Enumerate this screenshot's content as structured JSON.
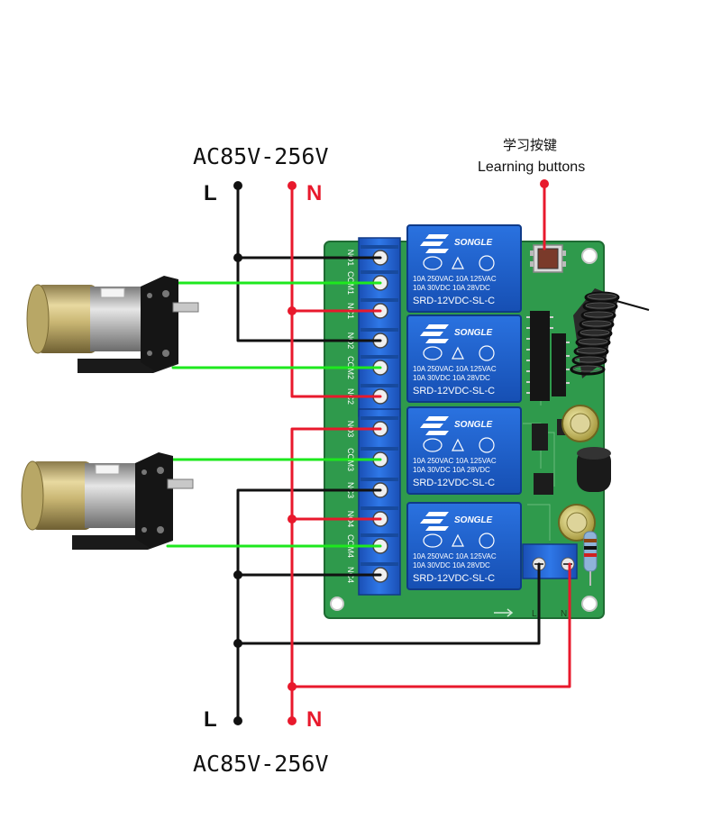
{
  "labels": {
    "voltage_top": "AC85V-256V",
    "voltage_bottom": "AC85V-256V",
    "line_top": "L",
    "neutral_top": "N",
    "line_bottom": "L",
    "neutral_bottom": "N",
    "learning_cn": "学习按键",
    "learning_en": "Learning buttons"
  },
  "relay": {
    "brand": "SONGLE",
    "rating_line1": "10A 250VAC  10A 125VAC",
    "rating_line2": "10A  30VDC  10A  28VDC",
    "model": "SRD-12VDC-SL-C"
  },
  "terminals": [
    "NO1",
    "COM1",
    "NC1",
    "NO2",
    "COM2",
    "NC2",
    "NO3",
    "COM3",
    "NC3",
    "NO4",
    "COM4",
    "NC4"
  ],
  "power_terminals": [
    "L",
    "N"
  ],
  "colors": {
    "line_wire": "#111111",
    "neutral_wire": "#e8192c",
    "motor_wire": "#1ee81e",
    "pcb": "#2f9a4c",
    "terminal_block": "#1e5fd0",
    "relay": "#1a5ecf"
  }
}
